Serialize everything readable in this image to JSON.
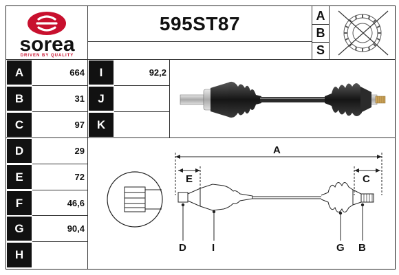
{
  "header": {
    "brand": "sorea",
    "brand_tagline": "DRIVEN BY QUALITY",
    "part_number": "595ST87",
    "abs_letters": [
      "A",
      "B",
      "S"
    ],
    "brand_color": "#c8102e"
  },
  "dimensions_left": [
    {
      "key": "A",
      "value": "664"
    },
    {
      "key": "B",
      "value": "31"
    },
    {
      "key": "C",
      "value": "97"
    },
    {
      "key": "D",
      "value": "29"
    },
    {
      "key": "E",
      "value": "72"
    },
    {
      "key": "F",
      "value": "46,6"
    },
    {
      "key": "G",
      "value": "90,4"
    },
    {
      "key": "H",
      "value": ""
    }
  ],
  "dimensions_mid": [
    {
      "key": "I",
      "value": "92,2"
    },
    {
      "key": "J",
      "value": ""
    },
    {
      "key": "K",
      "value": ""
    }
  ],
  "diagram_labels": {
    "A": "A",
    "C": "C",
    "D": "D",
    "E": "E",
    "G": "G",
    "B": "B",
    "I": "I"
  },
  "icons": {
    "no_abs": "abs-sensor-ring-crossed-icon",
    "drive_shaft_photo": "drive-shaft-photo-icon",
    "spline_detail": "spline-detail-icon"
  }
}
